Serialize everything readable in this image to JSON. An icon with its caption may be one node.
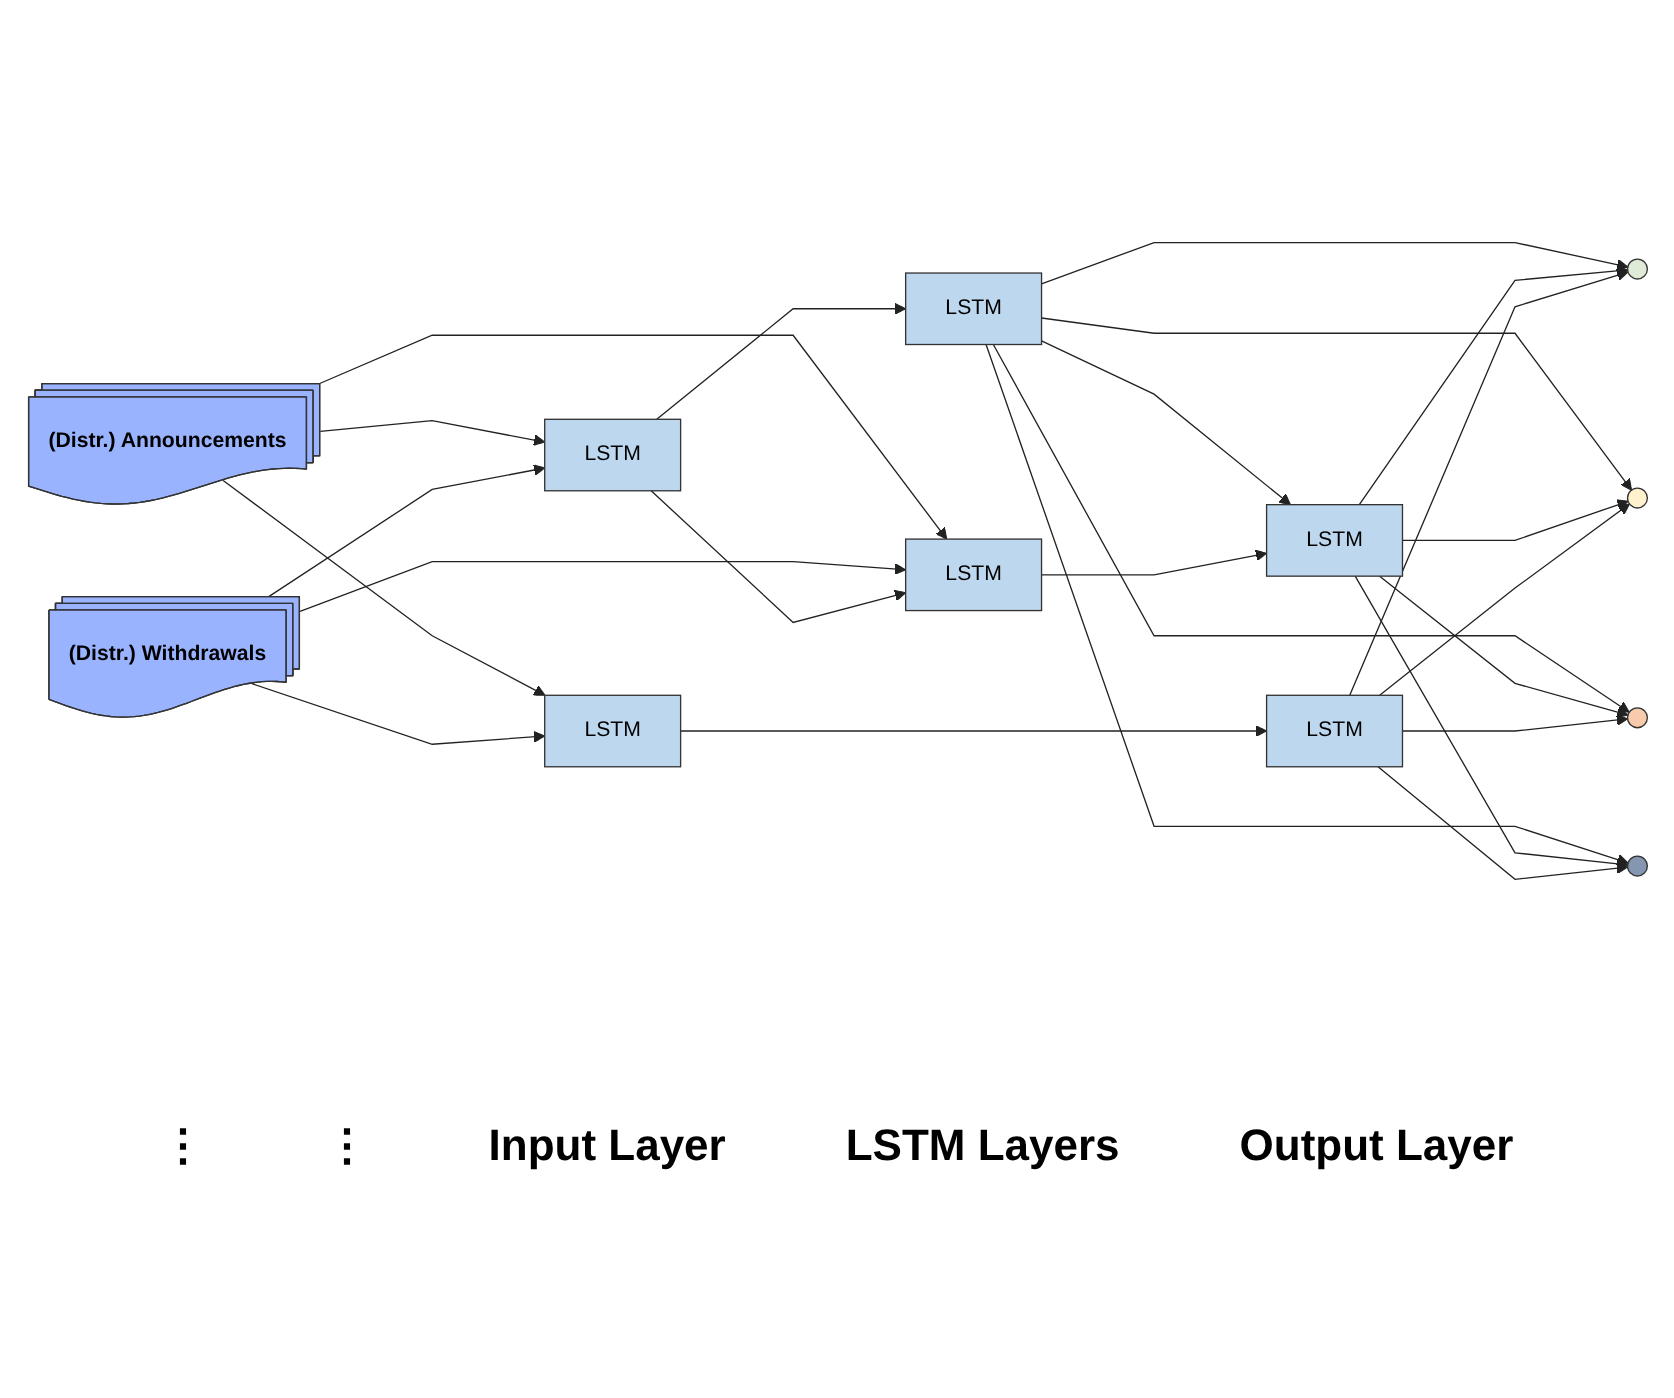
{
  "diagram": {
    "nodes": [
      {
        "text": [
          "(Distr.) Announcements"
        ]
      },
      {
        "text": [
          "(Distr.) Withdrawals"
        ]
      },
      {
        "text": [
          "LSTM"
        ]
      },
      {
        "text": [
          "LSTM"
        ]
      },
      {
        "text": [
          "LSTM"
        ]
      },
      {
        "text": [
          "LSTM"
        ]
      },
      {
        "text": [
          "LSTM"
        ]
      },
      {
        "text": [
          "LSTM"
        ]
      },
      {
        "text": [],
        "shape": "circle"
      },
      {
        "text": [],
        "shape": "circle"
      },
      {
        "text": [],
        "shape": "circle"
      },
      {
        "text": [],
        "shape": "circle"
      }
    ],
    "edges": [
      {
        "from": 0,
        "to": 2,
        "arrow": "to"
      },
      {
        "from": 0,
        "to": 4,
        "arrow": "to"
      },
      {
        "from": 0,
        "to": 6,
        "arrow": "to"
      },
      {
        "from": 1,
        "to": 2,
        "arrow": "to"
      },
      {
        "from": 1,
        "to": 4,
        "arrow": "to"
      },
      {
        "from": 1,
        "to": 6,
        "arrow": "to"
      },
      {
        "from": 2,
        "to": 3,
        "arrow": "to"
      },
      {
        "from": 2,
        "to": 4,
        "arrow": "to"
      },
      {
        "from": 3,
        "to": 5,
        "arrow": "to"
      },
      {
        "from": 4,
        "to": 5,
        "arrow": "to"
      },
      {
        "from": 6,
        "to": 7,
        "arrow": "to"
      },
      {
        "from": 3,
        "to": 8,
        "arrow": "to"
      },
      {
        "from": 3,
        "to": 9,
        "arrow": "to"
      },
      {
        "from": 3,
        "to": 10,
        "arrow": "to"
      },
      {
        "from": 3,
        "to": 11,
        "arrow": "to"
      },
      {
        "from": 5,
        "to": 8,
        "arrow": "to"
      },
      {
        "from": 5,
        "to": 9,
        "arrow": "to"
      },
      {
        "from": 5,
        "to": 10,
        "arrow": "to"
      },
      {
        "from": 5,
        "to": 11,
        "arrow": "to"
      },
      {
        "from": 7,
        "to": 8,
        "arrow": "to"
      },
      {
        "from": 7,
        "to": 9,
        "arrow": "to"
      },
      {
        "from": 7,
        "to": 10,
        "arrow": "to"
      },
      {
        "from": 7,
        "to": 11,
        "arrow": "to"
      }
    ],
    "labels": [
      "⋮",
      "⋮",
      "Input Layer",
      "LSTM Layers",
      "Output Layer"
    ]
  }
}
